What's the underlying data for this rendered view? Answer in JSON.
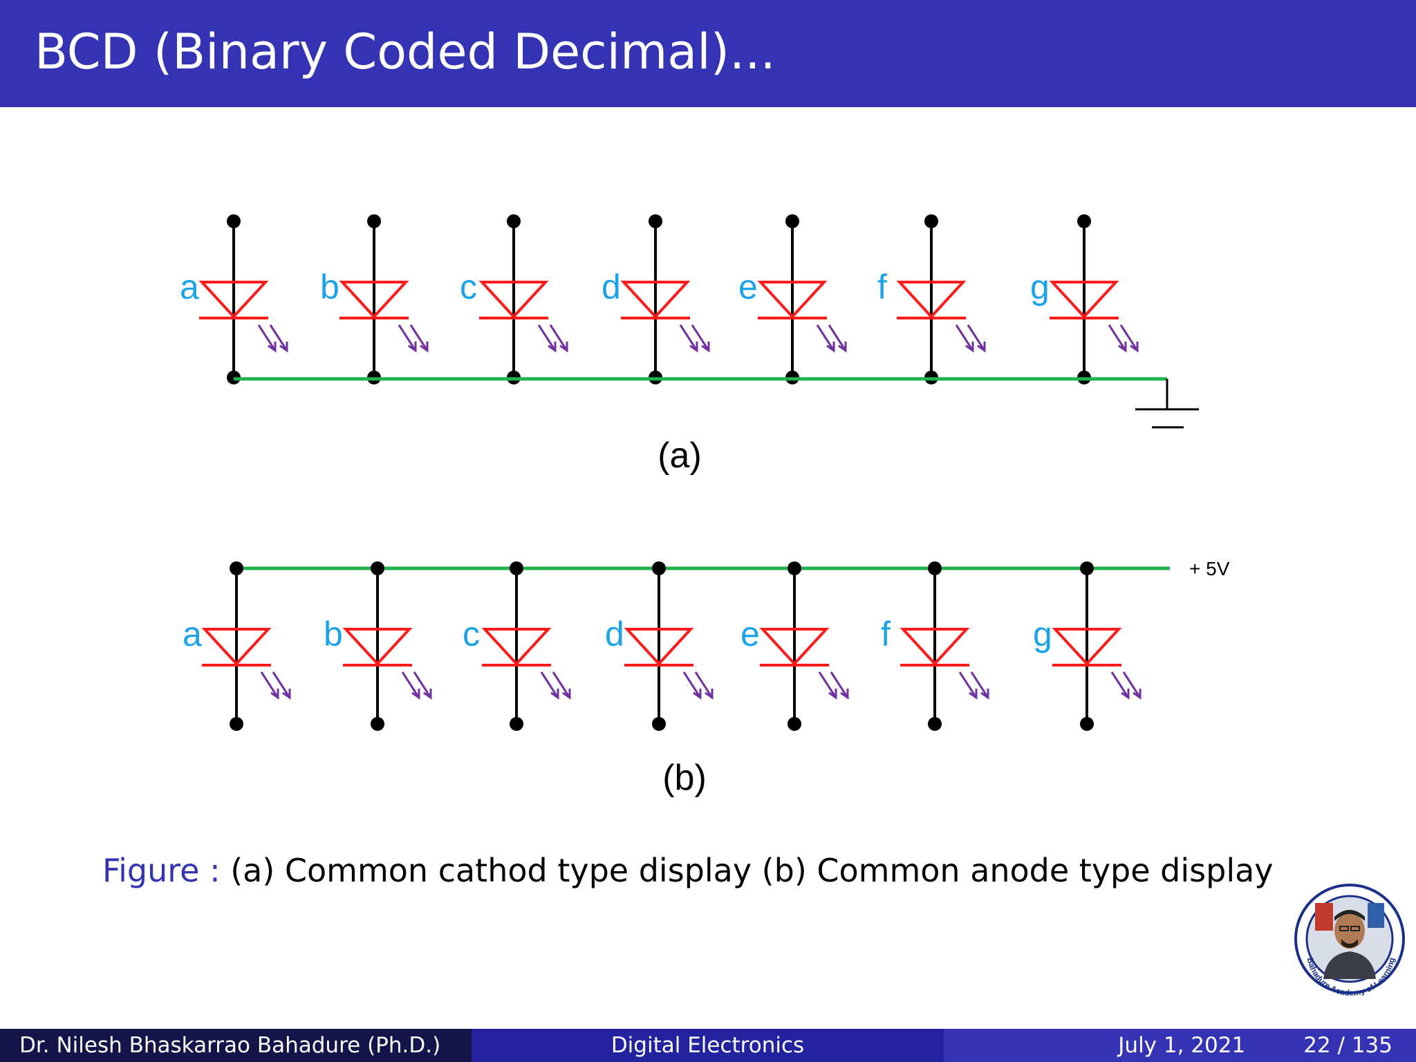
{
  "slide": {
    "title": "BCD (Binary Coded Decimal)..."
  },
  "figure": {
    "segments": [
      "a",
      "b",
      "c",
      "d",
      "e",
      "f",
      "g"
    ],
    "label_a": "(a)",
    "label_b": "(b)",
    "supply_label": "+ 5V",
    "caption_prefix": "Figure :",
    "caption_text": " (a) Common cathod type display (b) Common anode type display"
  },
  "badge": {
    "ring_text": "Bahadure Academy of Learning"
  },
  "footer": {
    "author": "Dr. Nilesh Bhaskarrao Bahadure (Ph.D.)",
    "course": "Digital Electronics",
    "date": "July 1, 2021",
    "page": "22 / 135"
  },
  "colors": {
    "title_bar": "#3333b3",
    "diode": "#ff1a1a",
    "bus": "#22b14c",
    "segment_label": "#1aa3e8",
    "light_arrow": "#7030a0"
  }
}
